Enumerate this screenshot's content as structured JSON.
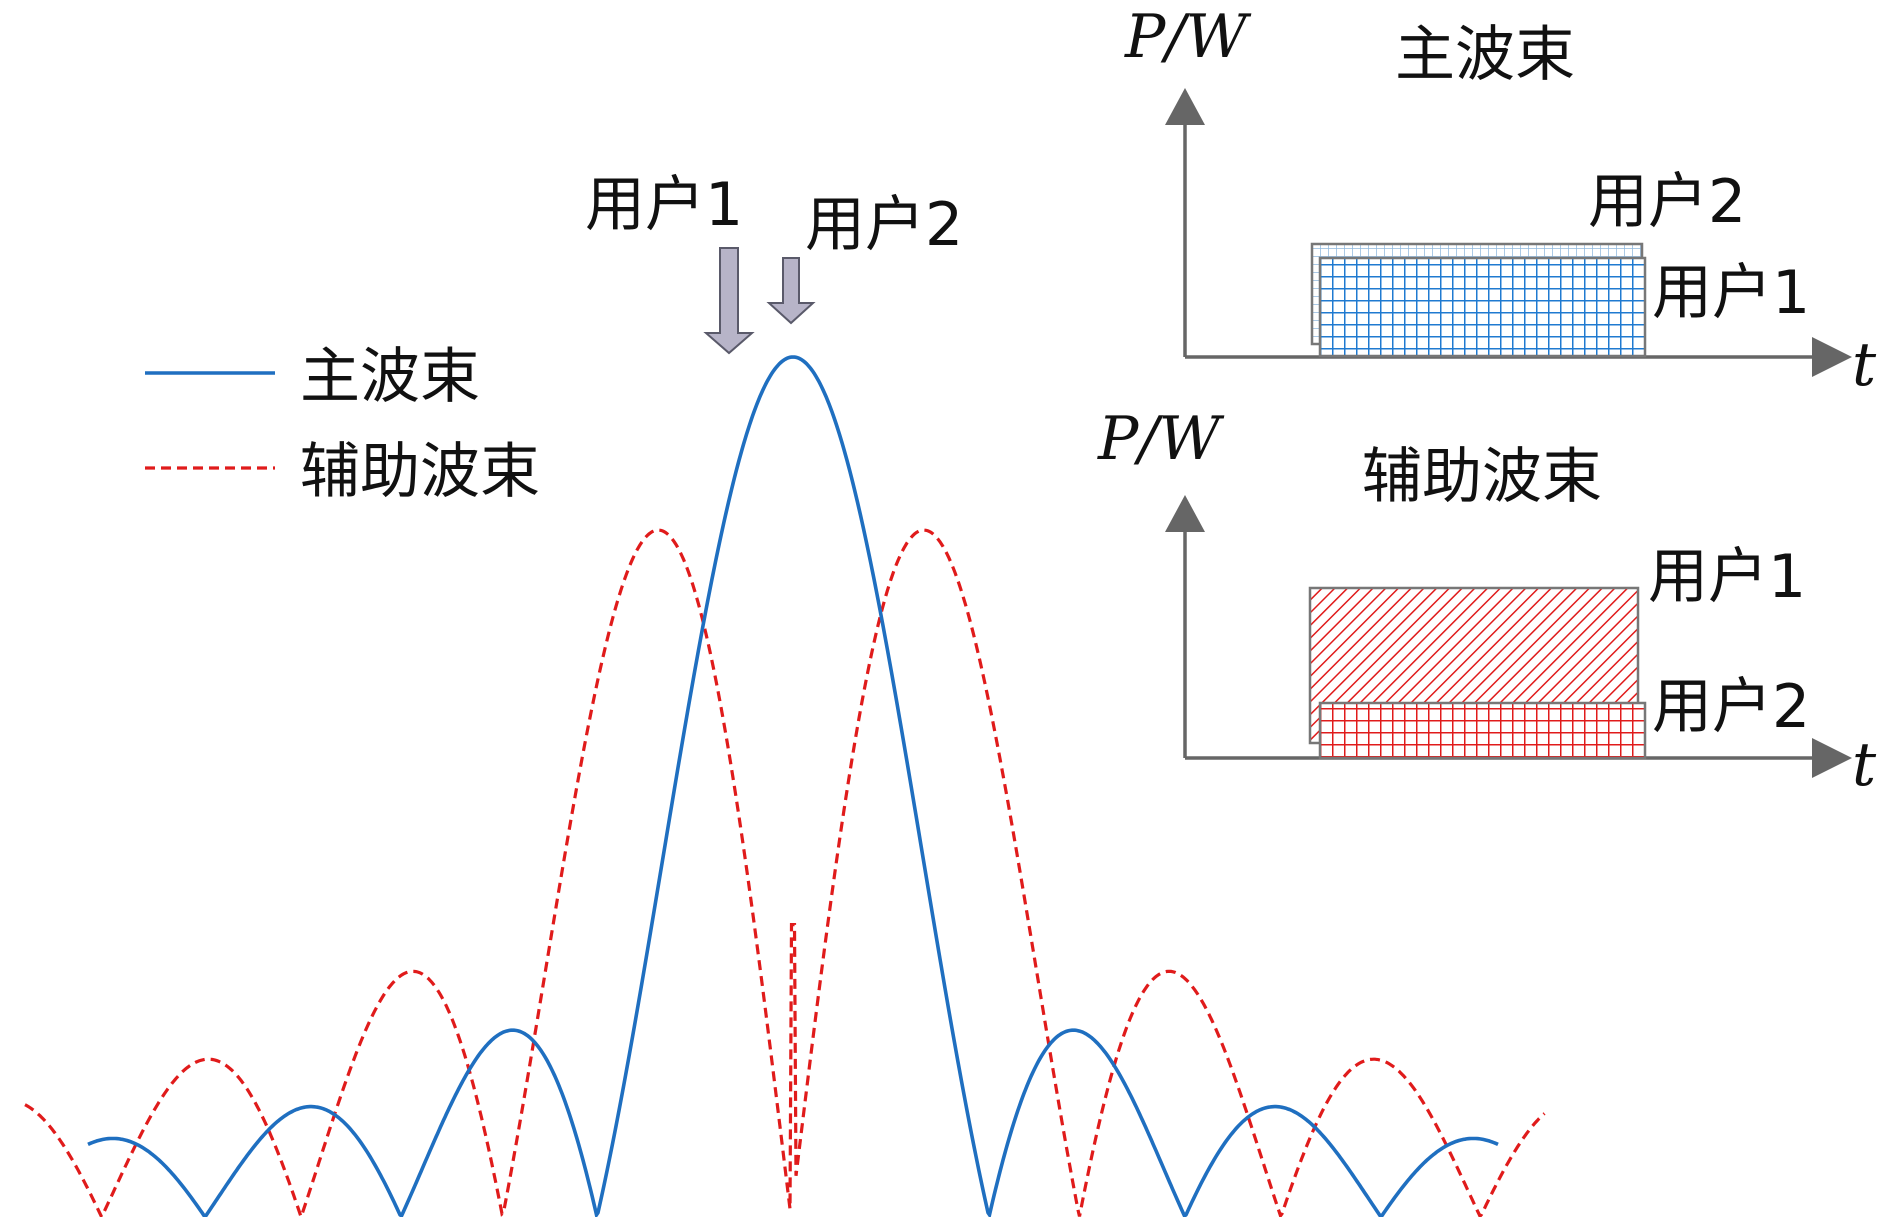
{
  "legend": {
    "main_label": "主波束",
    "aux_label": "辅助波束"
  },
  "markers": {
    "user1": "用户1",
    "user2": "用户2"
  },
  "inset_main": {
    "y_axis_label": "P/W",
    "x_axis_label": "t",
    "title": "主波束",
    "user2_label": "用户2",
    "user1_label": "用户1"
  },
  "inset_aux": {
    "y_axis_label": "P/W",
    "x_axis_label": "t",
    "title": "辅助波束",
    "user1_label": "用户1",
    "user2_label": "用户2"
  },
  "colors": {
    "main_beam": "#1f6fc0",
    "aux_beam": "#e01b1b",
    "axis": "#666666",
    "arrow_fill": "#b7b4c8"
  },
  "icons": {
    "marker": "down-arrow-icon"
  }
}
